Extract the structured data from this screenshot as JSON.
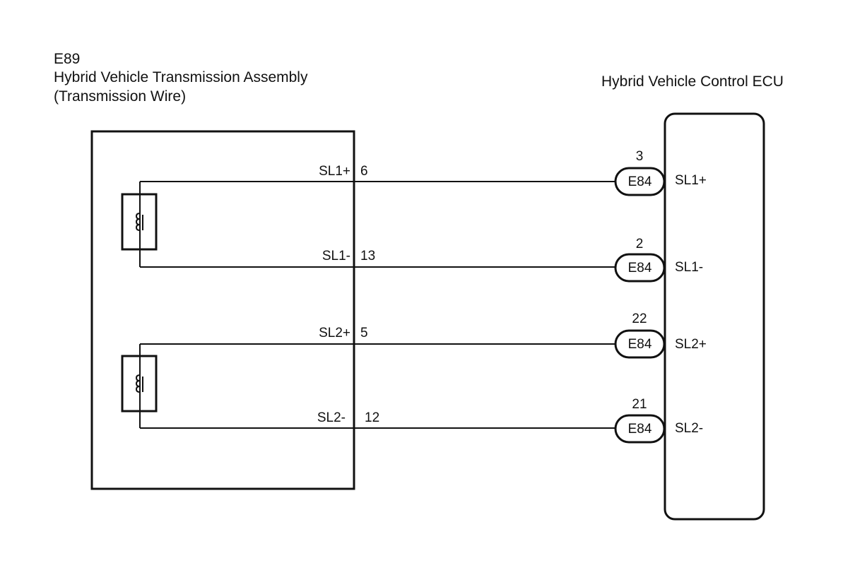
{
  "left_component": {
    "code": "E89",
    "name": "Hybrid Vehicle Transmission Assembly",
    "subtitle": "(Transmission Wire)"
  },
  "right_component": {
    "name": "Hybrid Vehicle Control ECU"
  },
  "connections": [
    {
      "left_signal": "SL1+",
      "left_pin": "6",
      "connector": "E84",
      "ecu_pin": "3",
      "ecu_signal": "SL1+"
    },
    {
      "left_signal": "SL1-",
      "left_pin": "13",
      "connector": "E84",
      "ecu_pin": "2",
      "ecu_signal": "SL1-"
    },
    {
      "left_signal": "SL2+",
      "left_pin": "5",
      "connector": "E84",
      "ecu_pin": "22",
      "ecu_signal": "SL2+"
    },
    {
      "left_signal": "SL2-",
      "left_pin": "12",
      "connector": "E84",
      "ecu_pin": "21",
      "ecu_signal": "SL2-"
    }
  ],
  "solenoids": [
    {
      "icon": "solenoid-coil-icon"
    },
    {
      "icon": "solenoid-coil-icon"
    }
  ],
  "colors": {
    "line": "#111111",
    "background": "#ffffff"
  }
}
